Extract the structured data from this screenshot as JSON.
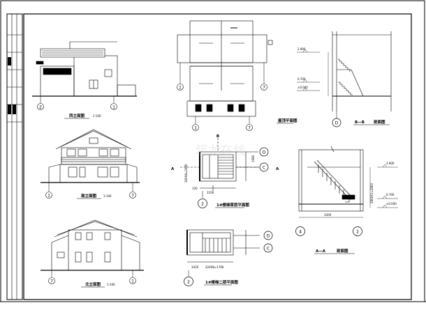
{
  "drawing": {
    "elevations": {
      "west_title": "西立面图",
      "south_title": "南立面图",
      "north_title": "北立面图",
      "scale": "1:100",
      "axis_west_left": "2",
      "axis_west_right": "1",
      "axis_south_left": "1",
      "axis_south_right": "7",
      "axis_north_left": "7",
      "axis_north_right": "1"
    },
    "roof_plan": {
      "title": "屋顶平面图",
      "axis_left": "1",
      "axis_right": "7",
      "axis_bottom_left": "1",
      "axis_bottom_right": "7"
    },
    "section_bb": {
      "title": "B—B",
      "suffix": "剖面图",
      "elev_top": "2.900",
      "elev_mid": "0.700",
      "elev_base": "±0.000",
      "axis": "D"
    },
    "stair_plan_1": {
      "title": "1#楼梯首层平面图",
      "cut_label": "B",
      "cut_a_left": "A",
      "cut_a_right": "A",
      "axis_d": "D",
      "axis_c": "C",
      "axis_2": "2",
      "dim_1": "1100",
      "dim_2": "120",
      "dim_3": "1580",
      "dim_4": "260X8=2080"
    },
    "stair_plan_2": {
      "title": "1#楼梯二层平面图",
      "axis_d": "D",
      "axis_c": "C",
      "axis_2": "2",
      "dim_1": "1020",
      "dim_2": "220X8=1760"
    },
    "section_aa": {
      "title": "A—A",
      "suffix": "剖面图",
      "elev_top": "2.900",
      "elev_mid": "0.700",
      "elev_base": "±0.000",
      "dim_bottom": "3300",
      "dim_right": "2800X1=2800",
      "axis_left": "4",
      "axis_right": "2"
    },
    "watermark": "筑龙在线"
  }
}
